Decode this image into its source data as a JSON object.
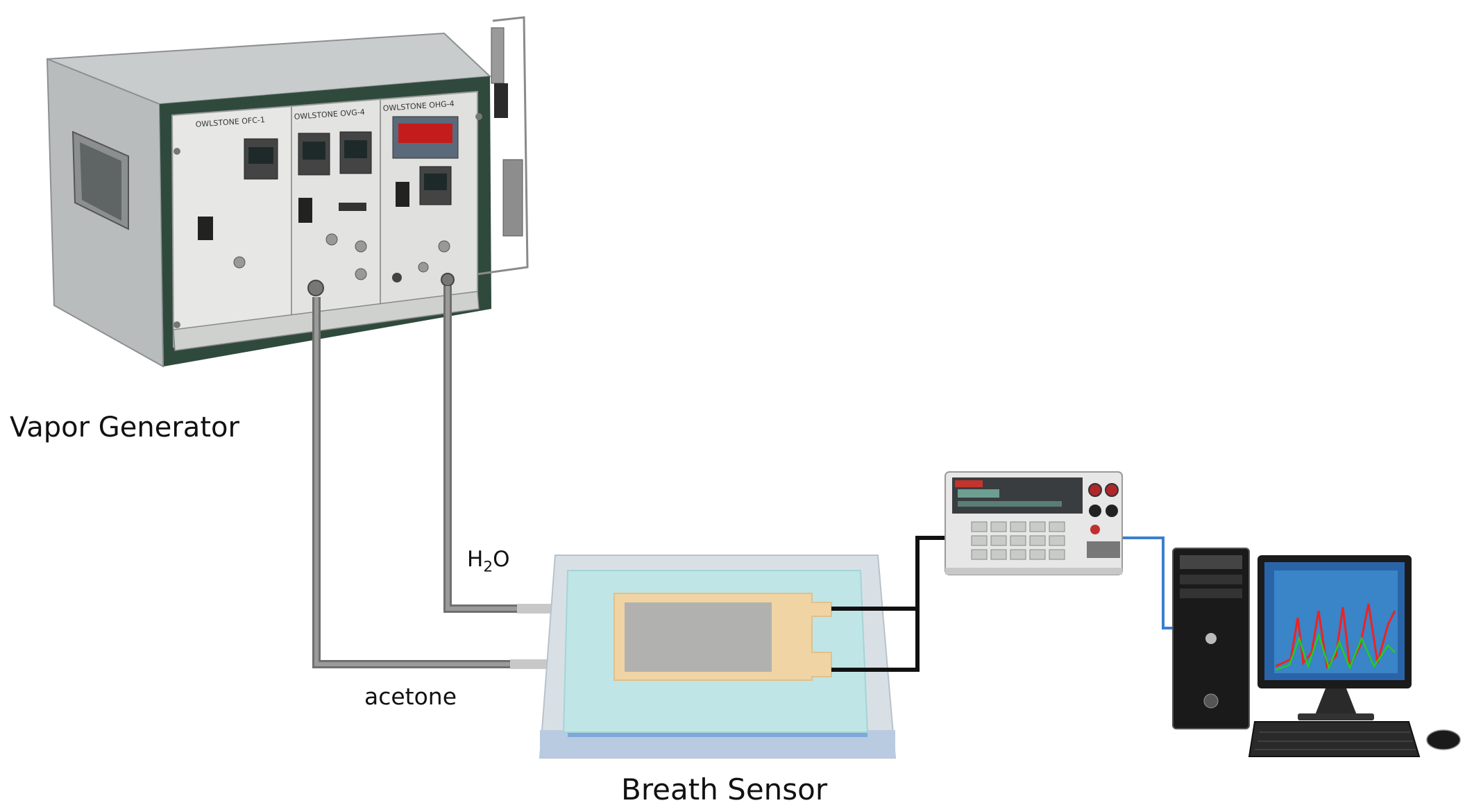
{
  "labels": {
    "vapor_generator": "Vapor Generator",
    "h2o_main": "H",
    "h2o_sub": "2",
    "h2o_tail": "O",
    "acetone": "acetone",
    "breath_sensor": "Breath Sensor"
  },
  "instrument_panel": {
    "module_1": "OWLSTONE OFC-1",
    "module_2": "OWLSTONE OVG-4",
    "module_3": "OWLSTONE OHG-4"
  },
  "colors": {
    "tube": "#8a8a8a",
    "wire": "#111111",
    "usb_cable": "#3a7fd0",
    "sensor_substrate": "#bfe5e6",
    "sensor_electrode": "#f0d4a4",
    "generator_frame": "#2f4a3c"
  }
}
